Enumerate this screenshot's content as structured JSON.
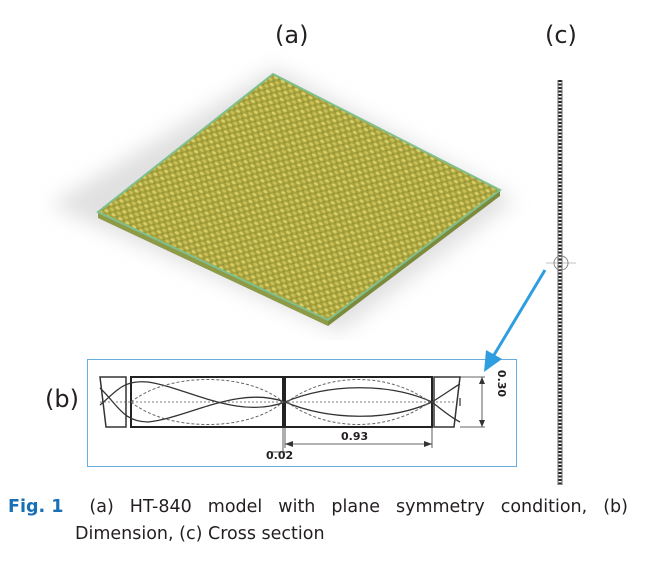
{
  "figure": {
    "panel_labels": {
      "a": "(a)",
      "b": "(b)",
      "c": "(c)"
    },
    "dimensions": {
      "width_label": "0.93",
      "gap_label": "0.02",
      "thickness_label": "0.30"
    },
    "caption": {
      "fig_label": "Fig. 1",
      "line1_words": [
        "(a)",
        "HT-840",
        "model",
        "with",
        "plane",
        "symmetry",
        "condition,",
        "(b)"
      ],
      "line2": "Dimension, (c) Cross section"
    },
    "colors": {
      "fabric": "#b9b143",
      "fabric_shadow": "#8f9a44",
      "edge_green": "#7fbf8e",
      "arrow": "#2e9ee0",
      "box_border": "#6aaee0",
      "fig_label": "#1a6fb5"
    }
  }
}
